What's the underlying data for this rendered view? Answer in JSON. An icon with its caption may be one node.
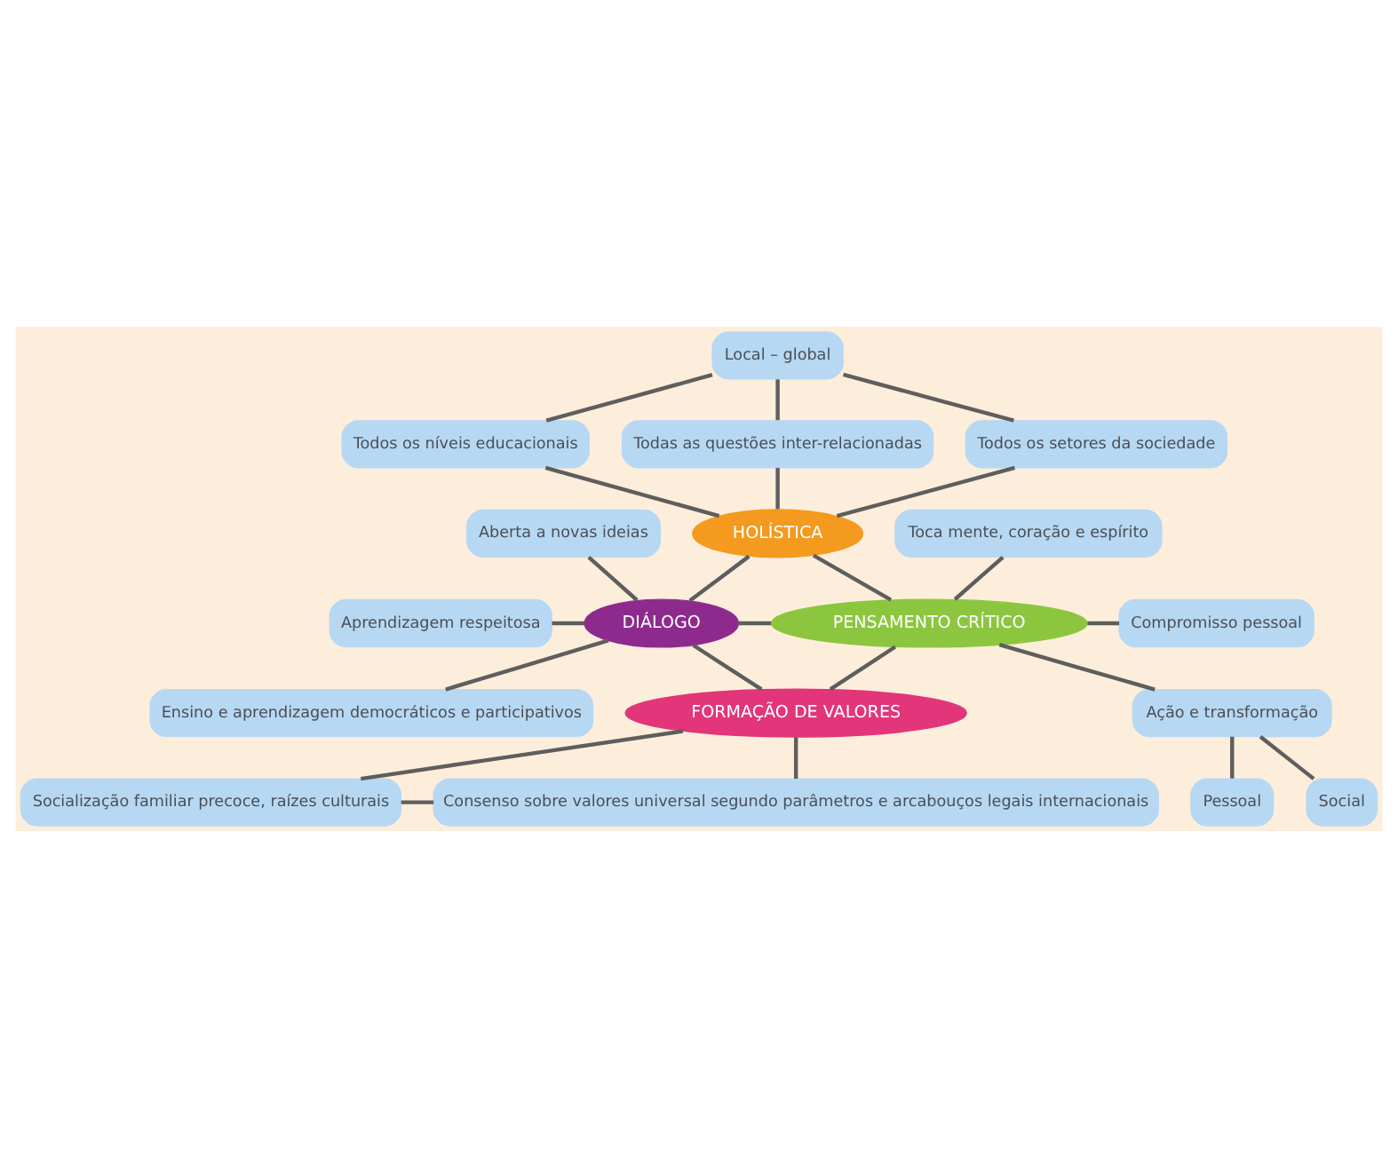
{
  "diagram": {
    "nodes": [
      {
        "text": [
          "Local – global"
        ]
      },
      {
        "text": [
          "Todos os níveis educacionais"
        ]
      },
      {
        "text": [
          "Todas as questões inter-relacionadas"
        ]
      },
      {
        "text": [
          "Todos os setores da sociedade"
        ]
      },
      {
        "text": [
          "HOLÍSTICA"
        ]
      },
      {
        "text": [
          "Aberta a novas ideias"
        ]
      },
      {
        "text": [
          "Toca mente, coração e espírito"
        ]
      },
      {
        "text": [
          "Aprendizagem respeitosa"
        ]
      },
      {
        "text": [
          "DIÁLOGO"
        ]
      },
      {
        "text": [
          "PENSAMENTO CRÍTICO"
        ]
      },
      {
        "text": [
          "Compromisso pessoal"
        ]
      },
      {
        "text": [
          "Ensino e aprendizagem democráticos e participativos"
        ]
      },
      {
        "text": [
          "FORMAÇÃO DE VALORES"
        ]
      },
      {
        "text": [
          "Ação e transformação"
        ]
      },
      {
        "text": [
          "Pessoal"
        ]
      },
      {
        "text": [
          "Social"
        ]
      },
      {
        "text": [
          "Socialização familiar precoce, raízes culturais"
        ]
      },
      {
        "text": [
          "Consenso sobre valores universal segundo parâmetros e arcabouços legais internacionais"
        ]
      }
    ],
    "edges": [
      {
        "from": 0,
        "to": 2,
        "arrow": "none"
      },
      {
        "from": 0,
        "to": 1,
        "arrow": "none"
      },
      {
        "from": 0,
        "to": 3,
        "arrow": "none"
      },
      {
        "from": 1,
        "to": 4,
        "arrow": "none"
      },
      {
        "from": 2,
        "to": 4,
        "arrow": "none"
      },
      {
        "from": 3,
        "to": 4,
        "arrow": "none"
      },
      {
        "from": 4,
        "to": 8,
        "arrow": "none"
      },
      {
        "from": 4,
        "to": 9,
        "arrow": "none"
      },
      {
        "from": 5,
        "to": 8,
        "arrow": "none"
      },
      {
        "from": 6,
        "to": 9,
        "arrow": "none"
      },
      {
        "from": 7,
        "to": 8,
        "arrow": "none"
      },
      {
        "from": 8,
        "to": 9,
        "arrow": "none"
      },
      {
        "from": 9,
        "to": 10,
        "arrow": "none"
      },
      {
        "from": 8,
        "to": 11,
        "arrow": "none"
      },
      {
        "from": 8,
        "to": 12,
        "arrow": "none"
      },
      {
        "from": 9,
        "to": 12,
        "arrow": "none"
      },
      {
        "from": 9,
        "to": 13,
        "arrow": "none"
      },
      {
        "from": 13,
        "to": 14,
        "arrow": "none"
      },
      {
        "from": 13,
        "to": 15,
        "arrow": "none"
      },
      {
        "from": 12,
        "to": 16,
        "arrow": "none"
      },
      {
        "from": 12,
        "to": 17,
        "arrow": "none"
      },
      {
        "from": 16,
        "to": 17,
        "arrow": "none"
      }
    ]
  }
}
